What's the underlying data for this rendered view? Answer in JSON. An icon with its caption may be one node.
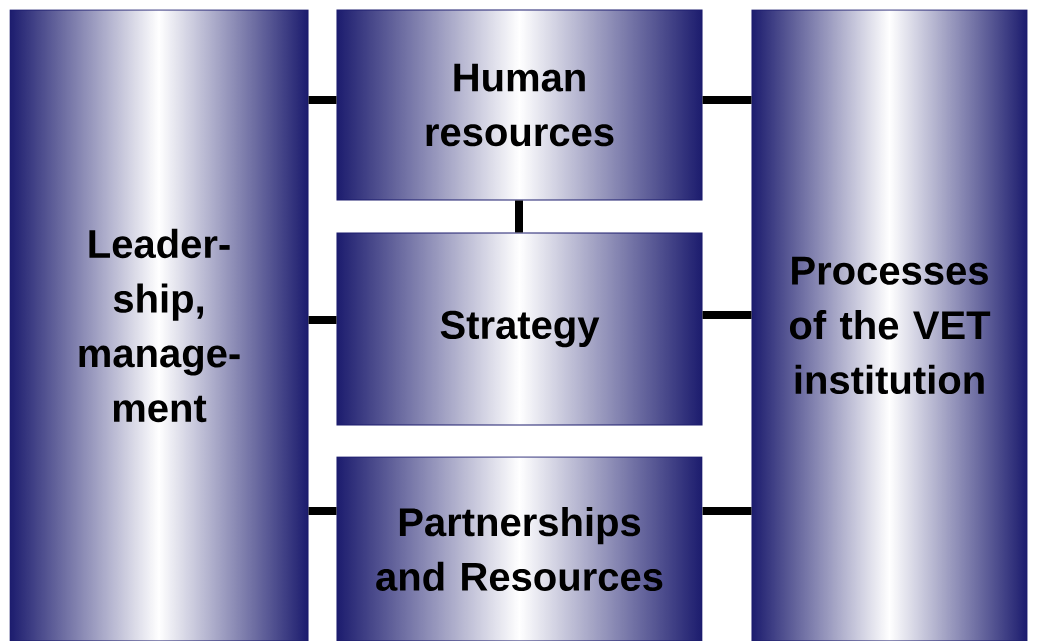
{
  "diagram": {
    "nodes": [
      {
        "text": [
          "Leader-ship, manage-ment"
        ]
      },
      {
        "text": [
          "Human resources"
        ]
      },
      {
        "text": [
          "Strategy"
        ]
      },
      {
        "text": [
          "Partnerships and Resources"
        ]
      },
      {
        "text": [
          "Processes of the VET institution"
        ]
      }
    ],
    "edges": [
      {
        "from": 0,
        "to": 1,
        "arrow": "none"
      },
      {
        "from": 1,
        "to": 4,
        "arrow": "none"
      },
      {
        "from": 1,
        "to": 2,
        "arrow": "none"
      },
      {
        "from": 0,
        "to": 2,
        "arrow": "none"
      },
      {
        "from": 2,
        "to": 4,
        "arrow": "none"
      },
      {
        "from": 0,
        "to": 3,
        "arrow": "none"
      },
      {
        "from": 3,
        "to": 4,
        "arrow": "none"
      }
    ]
  }
}
